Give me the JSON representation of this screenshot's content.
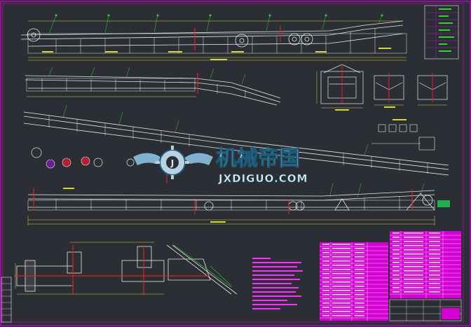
{
  "drawing": {
    "background": "#2b2e34",
    "colors": {
      "frame": "#d400d4",
      "structure": "#e8e8e8",
      "dimension": "#d8d830",
      "leader": "#27d827",
      "accent_red": "#e02020",
      "accent_cyan": "#20d0e0",
      "table_fill": "#d400d4",
      "table_text": "#ffffff",
      "notes_text": "#ff30ff"
    },
    "watermark": {
      "title": "机械帝国",
      "url": "JXDIGUO.COM",
      "color": "#dfe8ef",
      "shadow": "#1a5c7a",
      "emblem_icon": "gear-wings-emblem-icon"
    },
    "views": [
      {
        "id": "conveyor-elevation-top",
        "icon": "belt-conveyor-elevation"
      },
      {
        "id": "conveyor-inclined-section",
        "icon": "belt-conveyor-incline"
      },
      {
        "id": "conveyor-long-incline",
        "icon": "belt-conveyor-incline-long"
      },
      {
        "id": "conveyor-full-elevation",
        "icon": "belt-conveyor-elevation-full"
      },
      {
        "id": "plan-detail",
        "icon": "drive-plan-view"
      },
      {
        "id": "idler-cross-sections",
        "icon": "idler-section"
      }
    ],
    "notes_block": {
      "icon": "technical-notes-text-block"
    },
    "parts_table": {
      "icon": "bill-of-materials-table"
    },
    "title_block": {
      "icon": "title-block-table"
    }
  }
}
